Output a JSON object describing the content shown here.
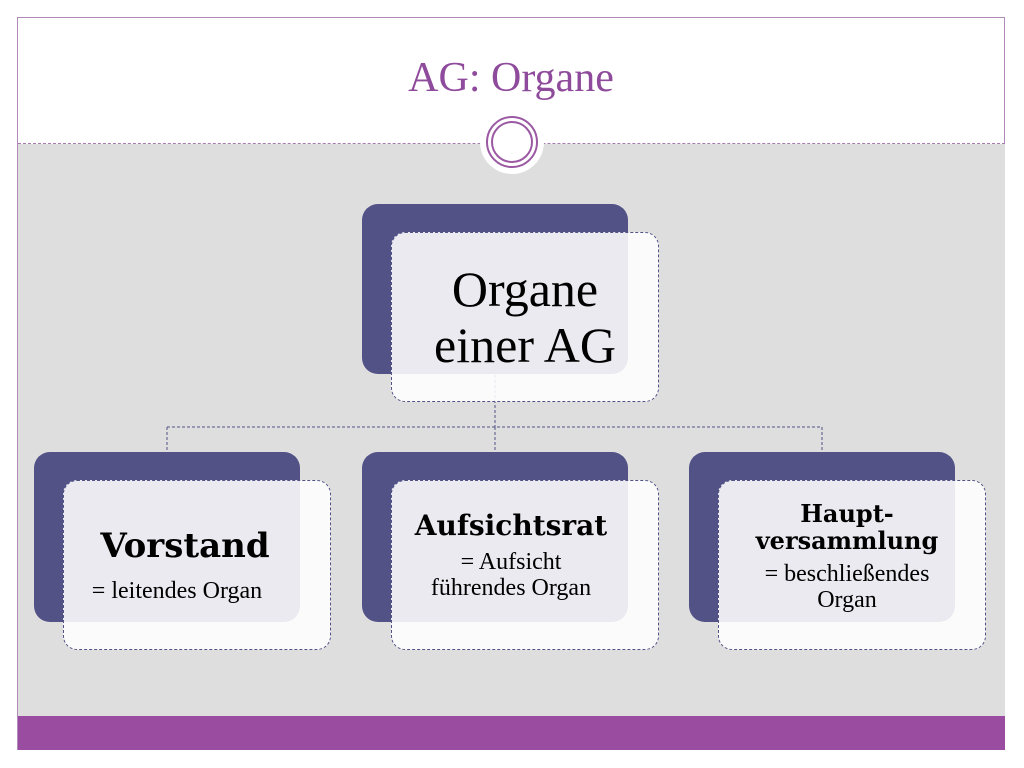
{
  "slide": {
    "title": "AG: Organe"
  },
  "diagram": {
    "root": {
      "line1": "Organe",
      "line2": "einer AG"
    },
    "children": [
      {
        "heading": "Vorstand",
        "desc1": "= leitendes Organ",
        "desc2": ""
      },
      {
        "heading": "Aufsichtsrat",
        "desc1": "= Aufsicht",
        "desc2": "führendes Organ"
      },
      {
        "heading1": "Haupt-",
        "heading2": "versammlung",
        "desc1": "= beschließendes",
        "desc2": "Organ"
      }
    ]
  },
  "colors": {
    "title": "#8f4b9b",
    "accent": "#9a4da0",
    "box_shadow": "#525287",
    "background": "#dedede"
  }
}
